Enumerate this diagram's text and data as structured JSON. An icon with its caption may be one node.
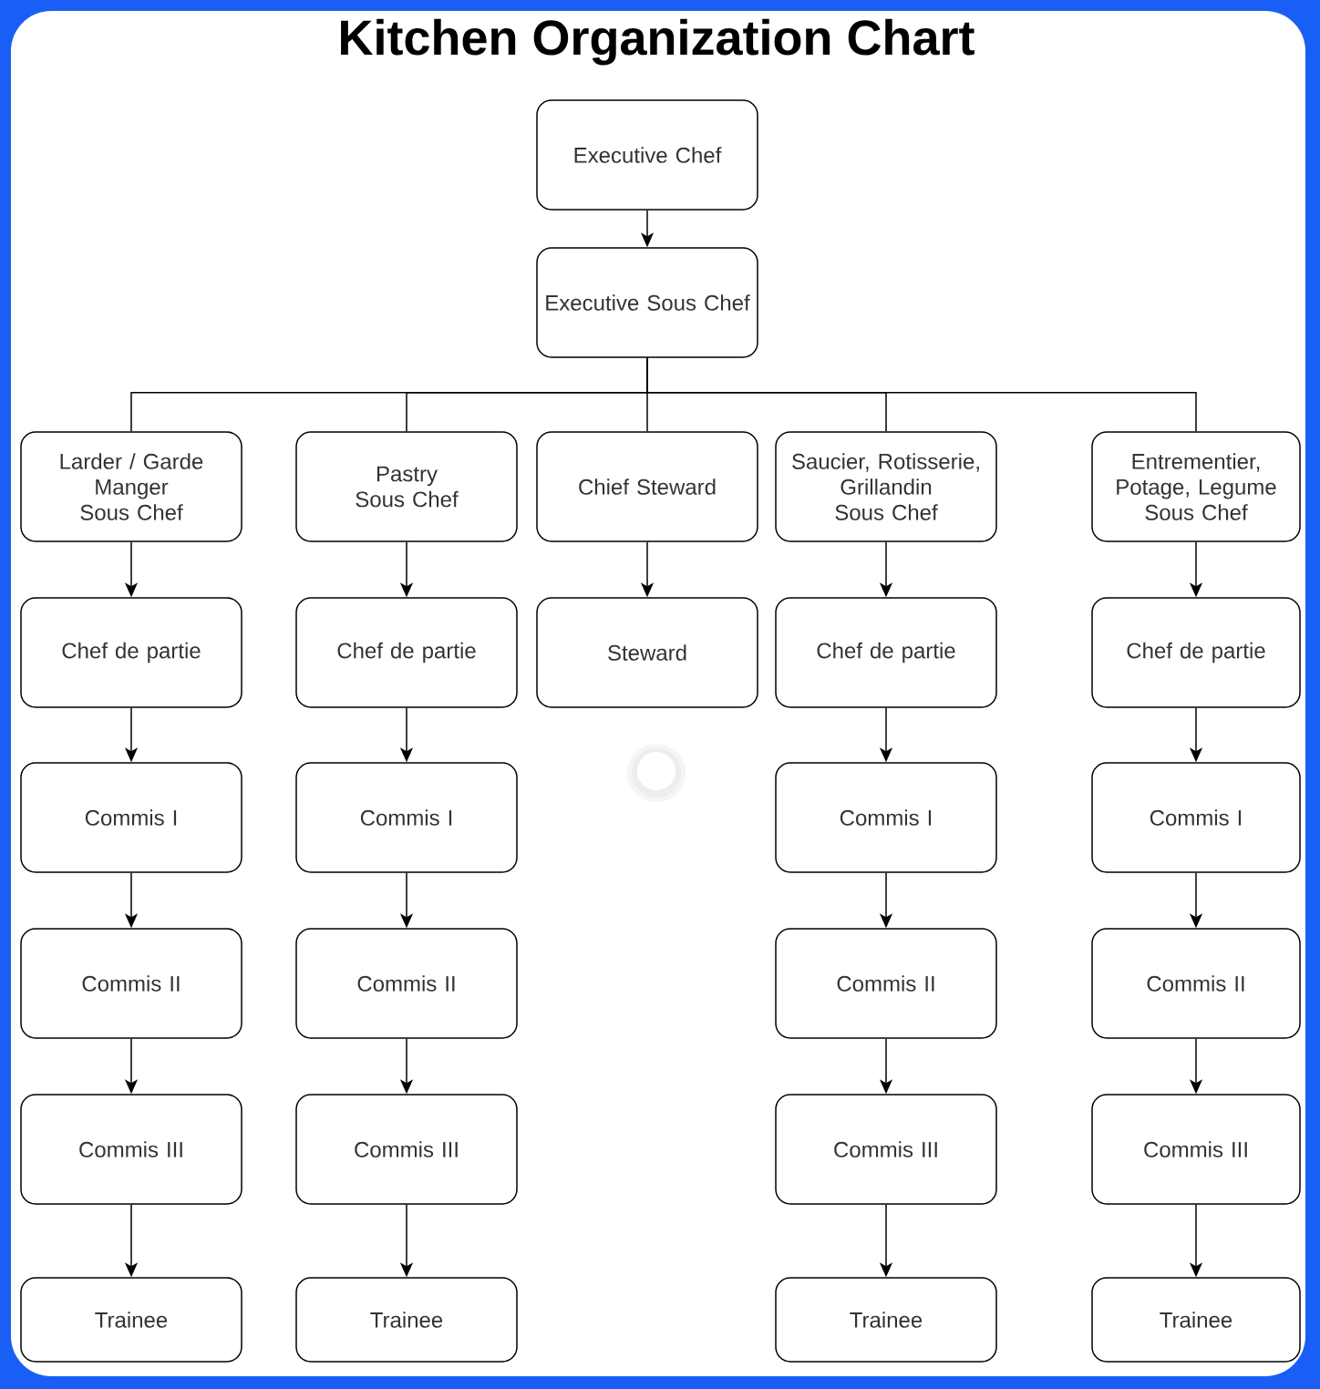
{
  "diagram": {
    "title": "Kitchen Organization Chart",
    "nodes": [
      {
        "text": [
          "Executive Chef"
        ]
      },
      {
        "text": [
          "Executive Sous Chef"
        ]
      },
      {
        "text": [
          "Larder / Garde Manger Sous Chef"
        ]
      },
      {
        "text": [
          "Pastry Sous Chef"
        ]
      },
      {
        "text": [
          "Chief Steward"
        ]
      },
      {
        "text": [
          "Saucier, Rotisserie, Grillandin Sous Chef"
        ]
      },
      {
        "text": [
          "Entrementier, Potage, Legume Sous Chef"
        ]
      },
      {
        "text": [
          "Chef de partie"
        ]
      },
      {
        "text": [
          "Chef de partie"
        ]
      },
      {
        "text": [
          "Steward"
        ]
      },
      {
        "text": [
          "Chef de partie"
        ]
      },
      {
        "text": [
          "Chef de partie"
        ]
      },
      {
        "text": [
          "Commis I"
        ]
      },
      {
        "text": [
          "Commis I"
        ]
      },
      {
        "text": [
          "Commis I"
        ]
      },
      {
        "text": [
          "Commis I"
        ]
      },
      {
        "text": [
          "Commis II"
        ]
      },
      {
        "text": [
          "Commis II"
        ]
      },
      {
        "text": [
          "Commis II"
        ]
      },
      {
        "text": [
          "Commis II"
        ]
      },
      {
        "text": [
          "Commis III"
        ]
      },
      {
        "text": [
          "Commis III"
        ]
      },
      {
        "text": [
          "Commis III"
        ]
      },
      {
        "text": [
          "Commis III"
        ]
      },
      {
        "text": [
          "Trainee"
        ]
      },
      {
        "text": [
          "Trainee"
        ]
      },
      {
        "text": [
          "Trainee"
        ]
      },
      {
        "text": [
          "Trainee"
        ]
      }
    ],
    "edges": [
      {
        "from": 0,
        "to": 1,
        "arrow": "to"
      },
      {
        "from": 1,
        "to": 2,
        "arrow": "none"
      },
      {
        "from": 1,
        "to": 3,
        "arrow": "none"
      },
      {
        "from": 1,
        "to": 4,
        "arrow": "none"
      },
      {
        "from": 1,
        "to": 5,
        "arrow": "none"
      },
      {
        "from": 1,
        "to": 6,
        "arrow": "none"
      },
      {
        "from": 2,
        "to": 7,
        "arrow": "to"
      },
      {
        "from": 3,
        "to": 8,
        "arrow": "to"
      },
      {
        "from": 4,
        "to": 9,
        "arrow": "to"
      },
      {
        "from": 5,
        "to": 10,
        "arrow": "to"
      },
      {
        "from": 6,
        "to": 11,
        "arrow": "to"
      },
      {
        "from": 7,
        "to": 12,
        "arrow": "to"
      },
      {
        "from": 8,
        "to": 13,
        "arrow": "to"
      },
      {
        "from": 10,
        "to": 14,
        "arrow": "to"
      },
      {
        "from": 11,
        "to": 15,
        "arrow": "to"
      },
      {
        "from": 12,
        "to": 16,
        "arrow": "to"
      },
      {
        "from": 13,
        "to": 17,
        "arrow": "to"
      },
      {
        "from": 14,
        "to": 18,
        "arrow": "to"
      },
      {
        "from": 15,
        "to": 19,
        "arrow": "to"
      },
      {
        "from": 16,
        "to": 20,
        "arrow": "to"
      },
      {
        "from": 17,
        "to": 21,
        "arrow": "to"
      },
      {
        "from": 18,
        "to": 22,
        "arrow": "to"
      },
      {
        "from": 19,
        "to": 23,
        "arrow": "to"
      },
      {
        "from": 20,
        "to": 24,
        "arrow": "to"
      },
      {
        "from": 21,
        "to": 25,
        "arrow": "to"
      },
      {
        "from": 22,
        "to": 26,
        "arrow": "to"
      },
      {
        "from": 23,
        "to": 27,
        "arrow": "to"
      }
    ]
  }
}
